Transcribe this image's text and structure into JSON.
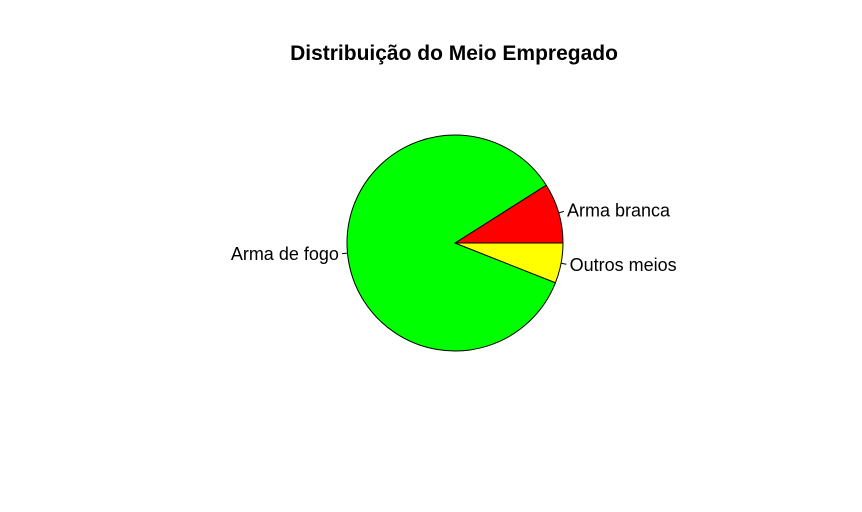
{
  "chart_data": {
    "type": "pie",
    "title": "Distribuição do Meio Empregado",
    "slices": [
      {
        "label": "Arma branca",
        "value": 9,
        "color": "#ff0000"
      },
      {
        "label": "Arma de fogo",
        "value": 85,
        "color": "#00ff00"
      },
      {
        "label": "Outros meios",
        "value": 6,
        "color": "#ffff00"
      }
    ],
    "start_angle_deg": 0,
    "direction": "counterclockwise",
    "legend": "none"
  }
}
